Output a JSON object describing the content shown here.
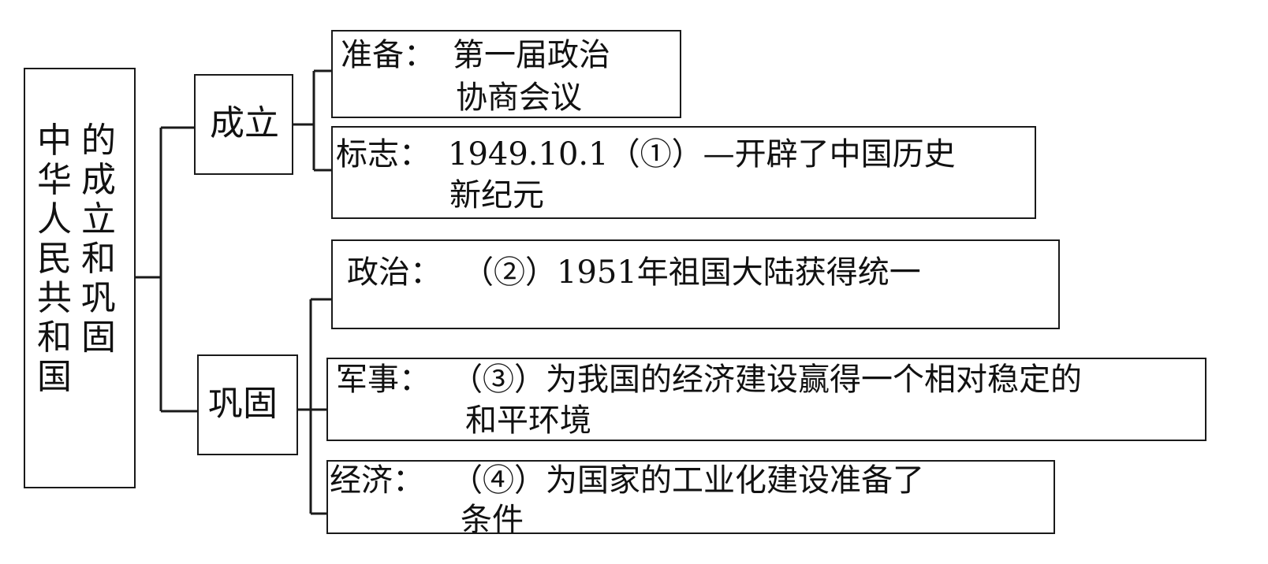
{
  "root": {
    "col1": "中\n华\n人\n民\n共\n和\n国",
    "col2": "的\n成\n立\n和\n巩\n固"
  },
  "branches": [
    {
      "label": "成立",
      "items": [
        {
          "head": "准备：",
          "line1": "第一届政治",
          "line2": "协商会议"
        },
        {
          "head": "标志：",
          "line1": "1949.10.1（①）—开辟了中国历史",
          "line2": "新纪元"
        }
      ]
    },
    {
      "label": "巩固",
      "items": [
        {
          "head": "政治：",
          "line1": "（②）1951年祖国大陆获得统一",
          "line2": ""
        },
        {
          "head": "军事：",
          "line1": "（③）为我国的经济建设赢得一个相对稳定的",
          "line2": "和平环境"
        },
        {
          "head": "经济：",
          "line1": "（④）为国家的工业化建设准备了",
          "line2": "条件"
        }
      ]
    }
  ],
  "colors": {
    "line": "#1a1a1a",
    "background": "#ffffff",
    "text": "#111111"
  }
}
